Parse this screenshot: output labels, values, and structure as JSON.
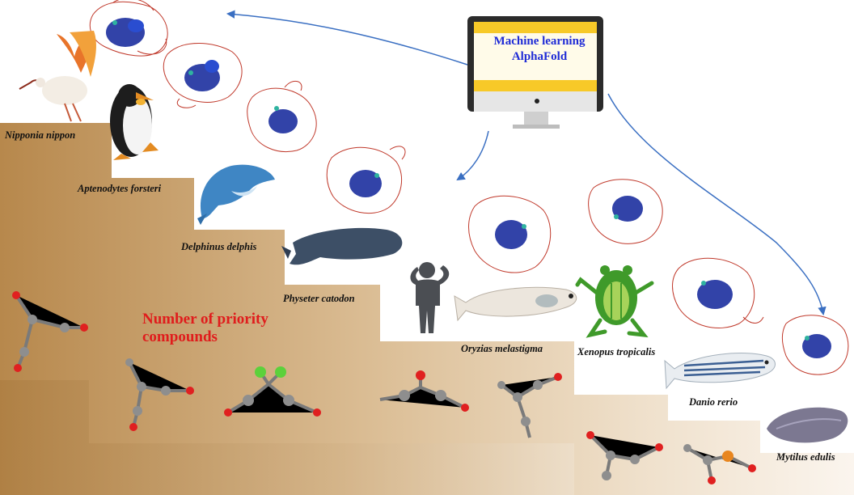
{
  "monitor": {
    "line1": "Machine learning",
    "line2": "AlphaFold"
  },
  "headline": {
    "line1": "Number of priority",
    "line2": "compounds"
  },
  "species": {
    "nipponia": "Nipponia nippon",
    "aptenodytes": "Aptenodytes forsteri",
    "delphinus": "Delphinus delphis",
    "physeter": "Physeter catodon",
    "oryzias": "Oryzias melastigma",
    "xenopus": "Xenopus tropicalis",
    "danio": "Danio rerio",
    "mytilus": "Mytilus edulis"
  },
  "colors": {
    "stair_dark": "#b98a4e",
    "stair_light": "#fbf4ea",
    "monitor_yellow": "#f7c928",
    "monitor_frame": "#2b2b2b",
    "arrow_blue": "#3a6fc2",
    "protein_red": "#c0392b",
    "protein_blue": "#1c2f9e"
  }
}
